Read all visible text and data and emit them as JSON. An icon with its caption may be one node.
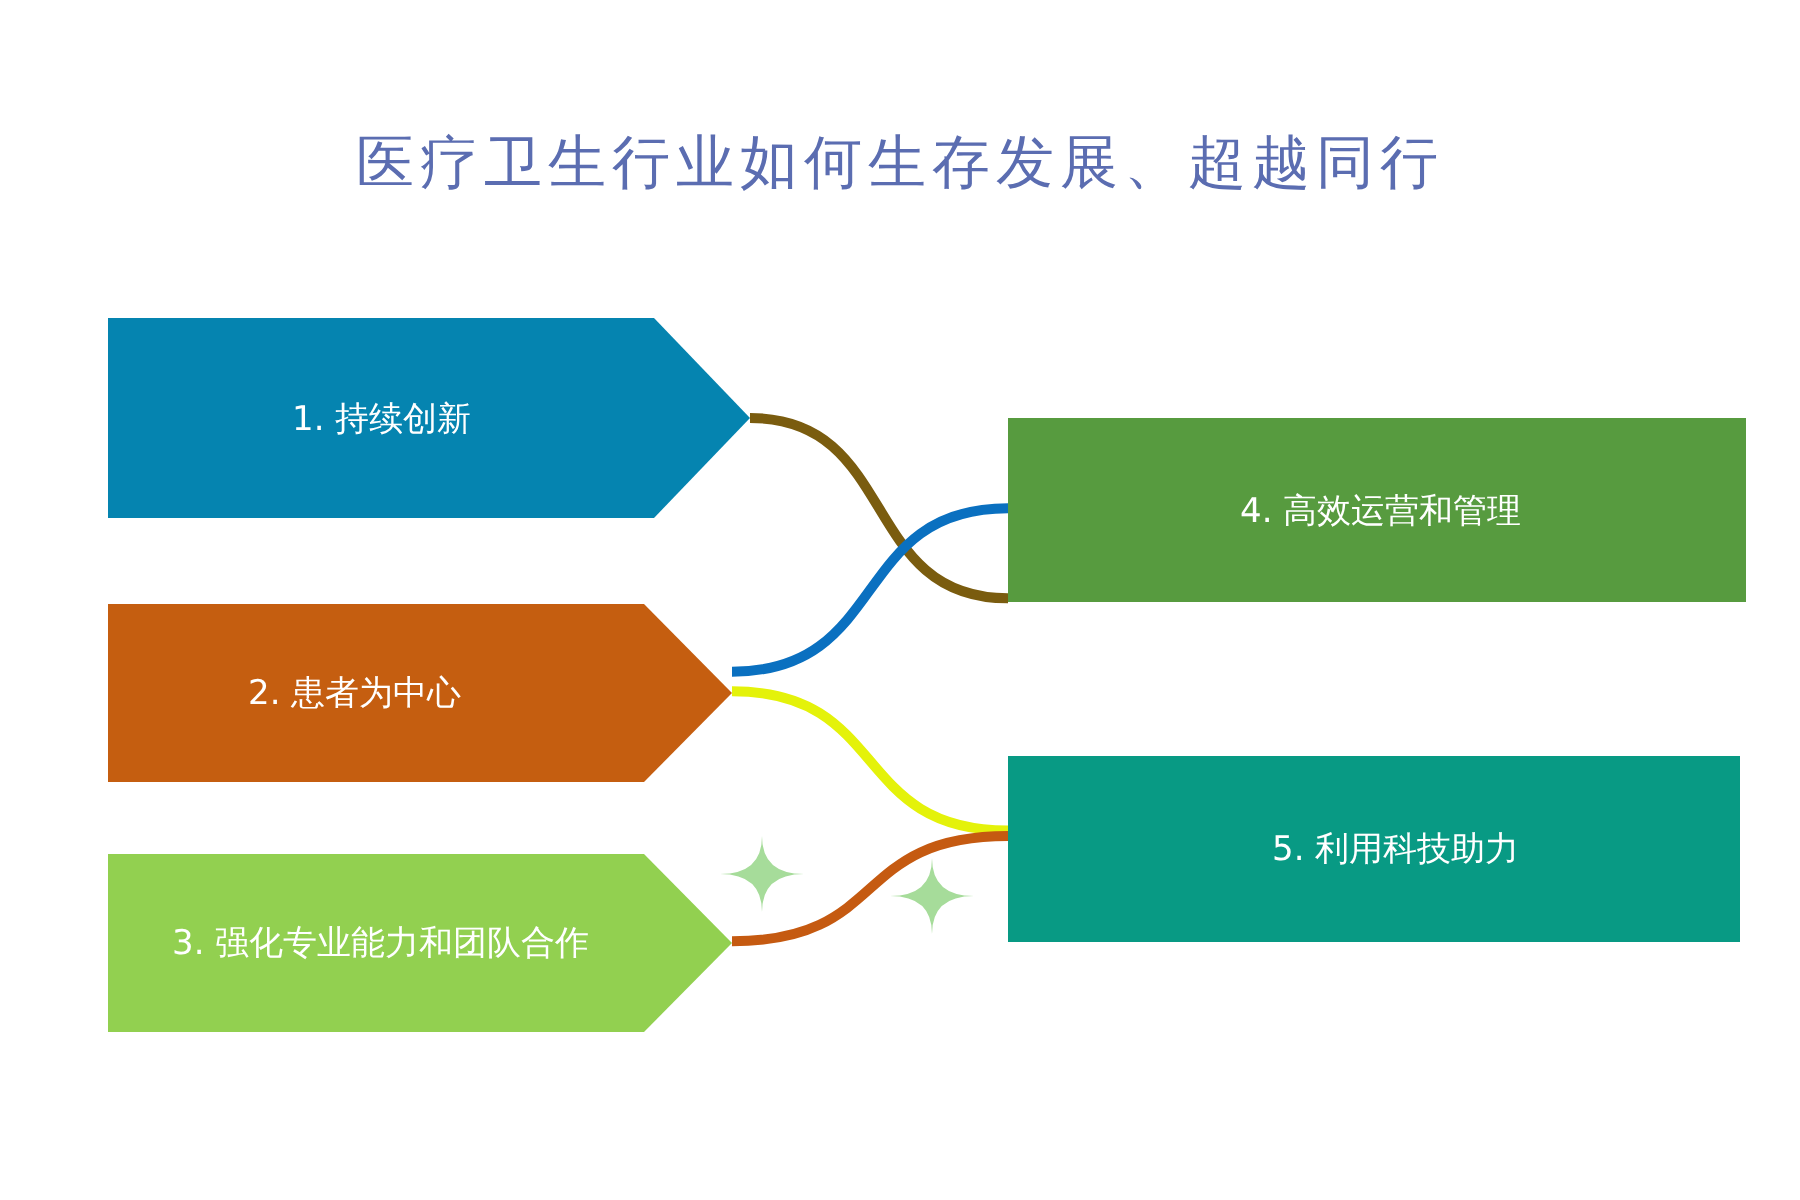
{
  "diagram": {
    "title": "医疗卫生行业如何生存发展、超越同行",
    "nodes": [
      {
        "text": [
          "1. 持续创新"
        ]
      },
      {
        "text": [
          "2.  患者为中心"
        ]
      },
      {
        "text": [
          "3.  强化专业能力和团队合作"
        ]
      },
      {
        "text": [
          "4. 高效运营和管理"
        ]
      },
      {
        "text": [
          "5.  利用科技助力"
        ]
      }
    ],
    "edges": [
      {
        "from": 0,
        "to": 3,
        "arrow": "none",
        "color": "#7a5c0f"
      },
      {
        "from": 1,
        "to": 3,
        "arrow": "none",
        "color": "#0a70c0"
      },
      {
        "from": 1,
        "to": 4,
        "arrow": "none",
        "color": "#e4f20a"
      },
      {
        "from": 2,
        "to": 4,
        "arrow": "none",
        "color": "#c55a11"
      }
    ]
  }
}
